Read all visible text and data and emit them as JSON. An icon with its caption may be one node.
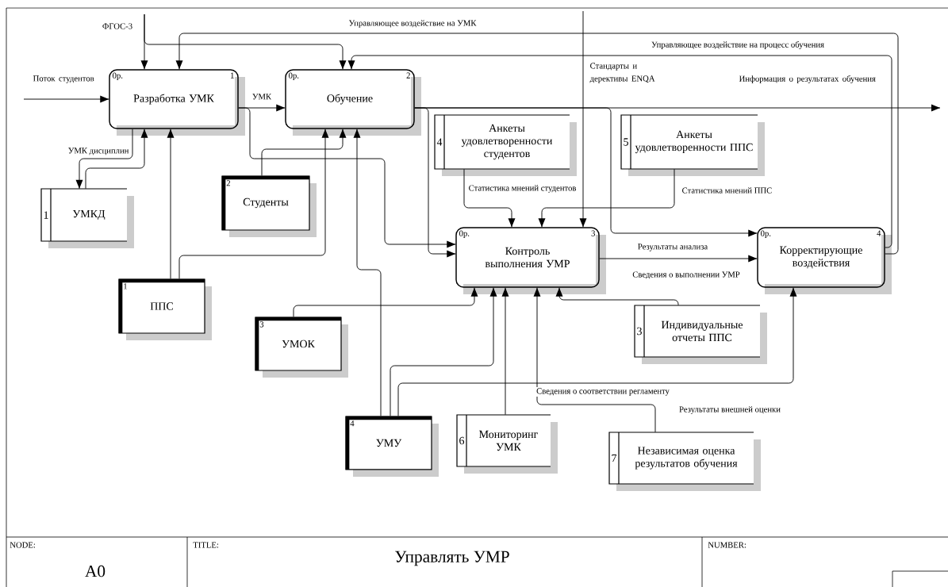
{
  "diagram": {
    "title": "Управлять УМР",
    "nodes": [
      {
        "text": [
          "0р.",
          "1",
          "Разработка УМК"
        ]
      },
      {
        "text": [
          "0р.",
          "2",
          "Обучение"
        ]
      },
      {
        "text": [
          "0р.",
          "3",
          "Контроль выполнения УМР"
        ]
      },
      {
        "text": [
          "0р.",
          "4",
          "Корректирующие воздействия"
        ]
      },
      {
        "text": [
          "1",
          "УМКД"
        ]
      },
      {
        "text": [
          "2",
          "Студенты"
        ]
      },
      {
        "text": [
          "1",
          "ППС"
        ]
      },
      {
        "text": [
          "3",
          "УМОК"
        ]
      },
      {
        "text": [
          "4",
          "УМУ"
        ]
      },
      {
        "text": [
          "6",
          "Мониторинг УМК"
        ]
      },
      {
        "text": [
          "7",
          "Независимая оценка результатов обучения"
        ]
      },
      {
        "text": [
          "4",
          "Анкеты удовлетворенности студентов"
        ]
      },
      {
        "text": [
          "5",
          "Анкеты удовлетворенности ППС"
        ]
      },
      {
        "text": [
          "3",
          "Индивидуальные отчеты ППС"
        ]
      }
    ],
    "edges": [
      {
        "from": null,
        "to": 0,
        "arrow": "to",
        "label": "Поток студентов"
      },
      {
        "from": null,
        "to": 0,
        "arrow": "to",
        "label": "ФГОС-3"
      },
      {
        "from": null,
        "to": 1,
        "arrow": "to"
      },
      {
        "from": 3,
        "to": 0,
        "arrow": "to",
        "label": "Управляющее воздействие на УМК"
      },
      {
        "from": 3,
        "to": 1,
        "arrow": "to",
        "label": "Управляющее воздействие на процесс обучения"
      },
      {
        "from": null,
        "to": 2,
        "arrow": "to",
        "label": "Стандарты и дерективы ENQA"
      },
      {
        "from": 0,
        "to": 1,
        "arrow": "to",
        "label": "УМК"
      },
      {
        "from": 0,
        "to": 2,
        "arrow": "to"
      },
      {
        "from": 1,
        "to": 2,
        "arrow": "to"
      },
      {
        "from": 1,
        "to": null,
        "arrow": "to",
        "label": "Информация о результатах обучения"
      },
      {
        "from": 1,
        "to": 3,
        "arrow": "to"
      },
      {
        "from": 0,
        "to": 4,
        "arrow": "to",
        "label": "УМК дисциплин"
      },
      {
        "from": 4,
        "to": 0,
        "arrow": "to"
      },
      {
        "from": 6,
        "to": 0,
        "arrow": "to"
      },
      {
        "from": 6,
        "to": 1,
        "arrow": "to"
      },
      {
        "from": 5,
        "to": 1,
        "arrow": "to"
      },
      {
        "from": 8,
        "to": 1,
        "arrow": "to"
      },
      {
        "from": 11,
        "to": 2,
        "arrow": "to",
        "label": "Статистика мнений студентов"
      },
      {
        "from": 12,
        "to": 2,
        "arrow": "to",
        "label": "Статистика мнений ППС"
      },
      {
        "from": 2,
        "to": 3,
        "arrow": "to",
        "label": "Результаты анализа"
      },
      {
        "from": 13,
        "to": 2,
        "arrow": "to",
        "label": "Сведения о выполнении УМР"
      },
      {
        "from": 7,
        "to": 2,
        "arrow": "to"
      },
      {
        "from": 8,
        "to": 2,
        "arrow": "to"
      },
      {
        "from": 8,
        "to": 3,
        "arrow": "to",
        "label": "Сведения о соответствии регламенту"
      },
      {
        "from": 9,
        "to": 2,
        "arrow": "to"
      },
      {
        "from": 10,
        "to": 2,
        "arrow": "to",
        "label": "Результаты внешней оценки"
      }
    ],
    "labels": [
      "NODE:",
      "A0",
      "TITLE:",
      "NUMBER:"
    ]
  }
}
